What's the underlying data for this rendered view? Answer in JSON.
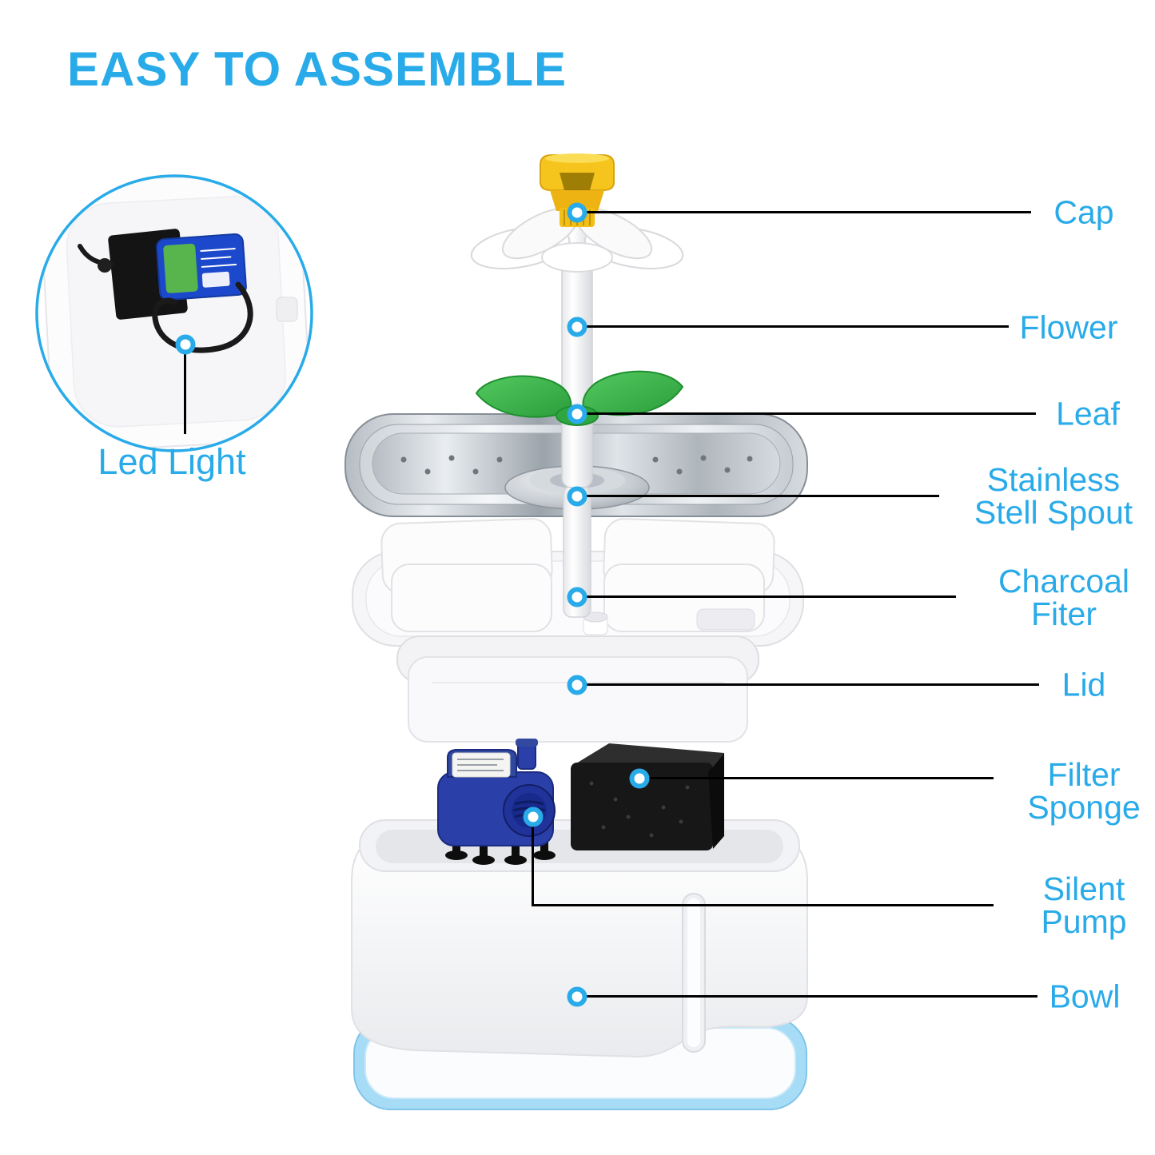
{
  "title": "EASY TO ASSEMBLE",
  "inset": {
    "label": "Led Light"
  },
  "callouts": {
    "cap": {
      "lines": [
        "Cap"
      ]
    },
    "flower": {
      "lines": [
        "Flower"
      ]
    },
    "leaf": {
      "lines": [
        "Leaf"
      ]
    },
    "spout": {
      "lines": [
        "Stainless",
        "Stell Spout"
      ]
    },
    "charcoal": {
      "lines": [
        "Charcoal",
        "Fiter"
      ]
    },
    "lid": {
      "lines": [
        "Lid"
      ]
    },
    "sponge": {
      "lines": [
        "Filter",
        "Sponge"
      ]
    },
    "pump": {
      "lines": [
        "Silent",
        "Pump"
      ]
    },
    "bowl": {
      "lines": [
        "Bowl"
      ]
    }
  },
  "colors": {
    "accent_blue": "#29ABE9",
    "callout_line": "#000000",
    "cap_yellow": "#F6C51D",
    "leaf_green": "#3CB94A",
    "pump_blue": "#2A3FA8",
    "base_blue": "#A7DCF6",
    "sponge_black": "#171717",
    "steel_gray": "#B6BCC3"
  }
}
